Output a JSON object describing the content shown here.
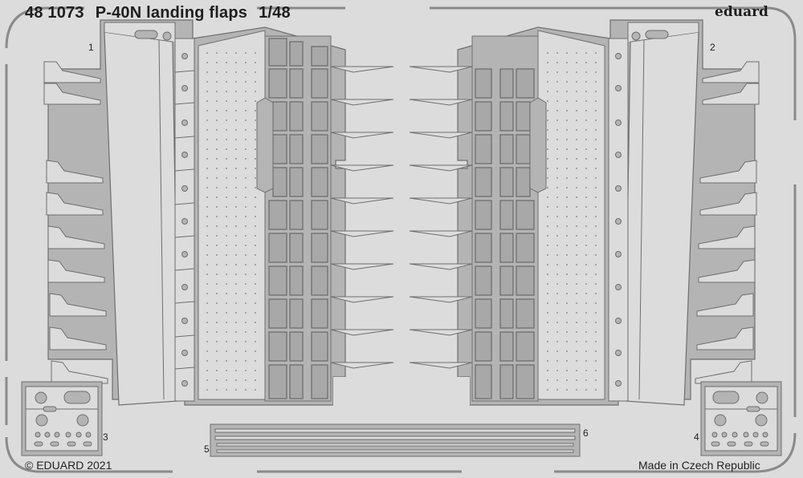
{
  "header": {
    "code": "48 1073",
    "product": "P-40N landing flaps",
    "scale": "1/48",
    "brand": "eduard"
  },
  "footer": {
    "copyright": "© EDUARD 2021",
    "origin": "Made in Czech Republic"
  },
  "part_numbers": [
    "1",
    "2",
    "3",
    "4",
    "5",
    "6"
  ],
  "colors": {
    "fret_background": "#dcdcdc",
    "etched_recess": "#b4b4b4",
    "outline": "#6e6e6e",
    "text": "#1e1e1e"
  }
}
